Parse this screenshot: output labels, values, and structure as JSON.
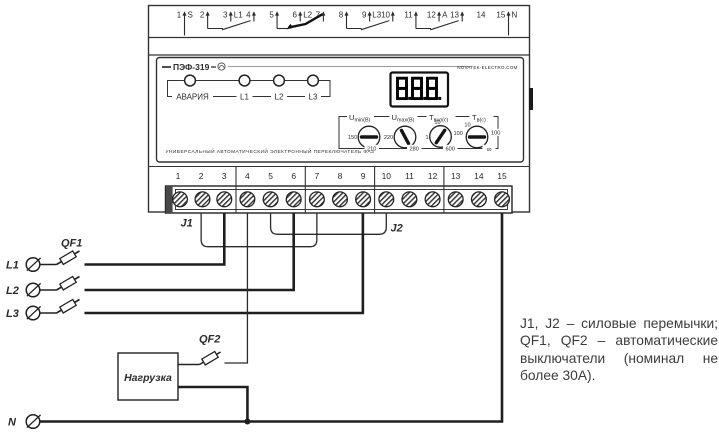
{
  "device": {
    "model_logo": "ПЭФ-319",
    "brand_url": "NOVATEK-ELECTRO.COM",
    "subtitle": "УНИВЕРСАЛЬНЫЙ АВТОМАТИЧЕСКИЙ ЭЛЕКТРОННЫЙ ПЕРЕКЛЮЧАТЕЛЬ ФАЗ",
    "display_value": "8.8.8.",
    "leds": [
      {
        "label": "АВАРИЯ"
      },
      {
        "label": "L1"
      },
      {
        "label": "L2"
      },
      {
        "label": "L3"
      }
    ],
    "knobs": [
      {
        "sym": "U",
        "sub": "min(B)",
        "ticks": {
          "left": "150",
          "bottom": "210"
        }
      },
      {
        "sym": "U",
        "sub": "max(B)",
        "ticks": {
          "left": "220",
          "bottom": "280"
        }
      },
      {
        "sym": "T",
        "sub": "вкл(c)",
        "ticks": {
          "top": "10",
          "left": "1",
          "right": "100",
          "bottom": "600"
        }
      },
      {
        "sym": "T",
        "sub": "в(c)",
        "ticks": {
          "top": "10",
          "right": "100",
          "bottom": "∞"
        }
      }
    ],
    "top_terminals": [
      {
        "num": "1",
        "label": "S"
      },
      {
        "num": "2",
        "label": ""
      },
      {
        "num": "3",
        "label": "L1"
      },
      {
        "num": "4",
        "label": ""
      },
      {
        "num": "5",
        "label": ""
      },
      {
        "num": "6",
        "label": "L2"
      },
      {
        "num": "7",
        "label": ""
      },
      {
        "num": "8",
        "label": ""
      },
      {
        "num": "9",
        "label": "L3"
      },
      {
        "num": "10",
        "label": ""
      },
      {
        "num": "11",
        "label": ""
      },
      {
        "num": "12",
        "label": "A"
      },
      {
        "num": "13",
        "label": ""
      },
      {
        "num": "14",
        "label": ""
      },
      {
        "num": "15",
        "label": "N"
      }
    ],
    "bottom_terminals": [
      "1",
      "2",
      "3",
      "4",
      "5",
      "6",
      "7",
      "8",
      "9",
      "10",
      "11",
      "12",
      "13",
      "14",
      "15"
    ]
  },
  "wiring": {
    "phase_labels": [
      "L1",
      "L2",
      "L3"
    ],
    "neutral_label": "N",
    "breaker1_label": "QF1",
    "breaker2_label": "QF2",
    "load_label": "Нагрузка",
    "jumper1_label": "J1",
    "jumper2_label": "J2"
  },
  "note": {
    "lines": [
      "J1, J2 – силовые перемычки;",
      "QF1, QF2 – автоматические",
      "выключатели (номинал не",
      "более 30А)."
    ]
  }
}
